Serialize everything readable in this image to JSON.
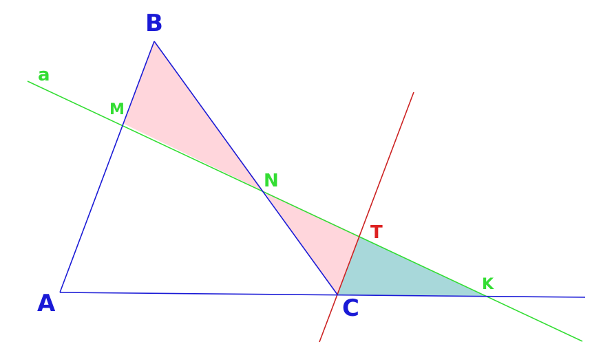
{
  "colors": {
    "triangle": "#1a1ad6",
    "line_a": "#33dd33",
    "line_red": "#cc2222",
    "fill_pink": "#ffd6dc",
    "fill_teal": "#a8d8da"
  },
  "labels": {
    "A": "A",
    "B": "B",
    "C": "C",
    "M": "M",
    "N": "N",
    "T": "T",
    "K": "K",
    "a": "a"
  }
}
